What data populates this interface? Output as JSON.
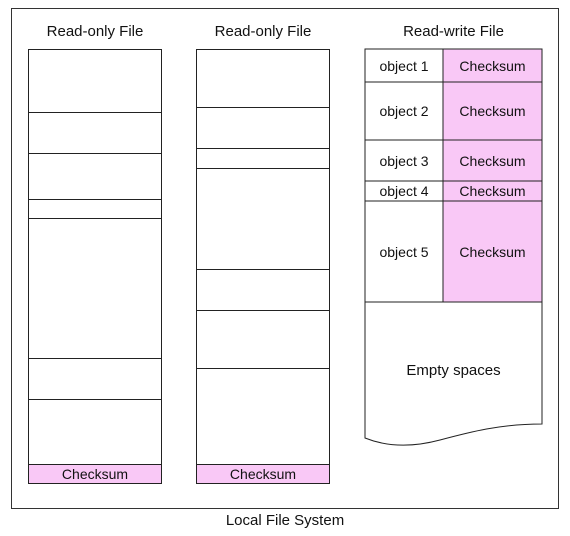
{
  "diagram": {
    "columns": [
      {
        "title": "Read-only File",
        "checksum_label": "Checksum"
      },
      {
        "title": "Read-only File",
        "checksum_label": "Checksum"
      },
      {
        "title": "Read-write File"
      }
    ],
    "readwrite": {
      "objects": [
        {
          "label": "object 1",
          "checksum": "Checksum"
        },
        {
          "label": "object 2",
          "checksum": "Checksum"
        },
        {
          "label": "object 3",
          "checksum": "Checksum"
        },
        {
          "label": "object 4",
          "checksum": "Checksum"
        },
        {
          "label": "object 5",
          "checksum": "Checksum"
        }
      ],
      "empty_label": "Empty spaces"
    },
    "caption": "Local File System"
  }
}
